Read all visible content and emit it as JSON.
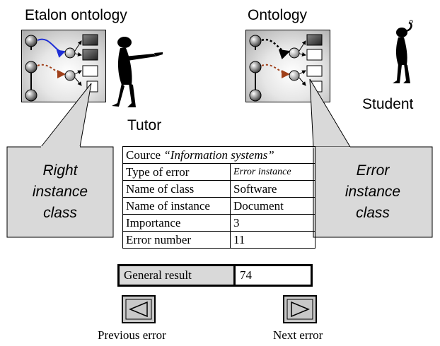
{
  "headings": {
    "etalon": "Etalon ontology",
    "ontology": "Ontology"
  },
  "roles": {
    "tutor": "Tutor",
    "student": "Student"
  },
  "callouts": {
    "left": [
      "Right",
      "instance",
      "class"
    ],
    "right": [
      "Error",
      "instance",
      "class"
    ]
  },
  "info_table": {
    "course_prefix": "Cource ",
    "course_name": "“Information systems”",
    "rows": [
      {
        "label": "Type of error",
        "value": "Error instance"
      },
      {
        "label": "Name of class",
        "value": "Software"
      },
      {
        "label": "Name of instance",
        "value": "Document"
      },
      {
        "label": "Importance",
        "value": "3"
      },
      {
        "label": "Error number",
        "value": "11"
      }
    ]
  },
  "general_result": {
    "label": "General result",
    "value": "74"
  },
  "navigation": {
    "previous_label": "Previous error",
    "next_label": "Next error"
  },
  "colors": {
    "blue_link": "#1f2fd6",
    "red_link": "#a0401a",
    "panel_gray": "#a9a9a9",
    "button_gray": "#c8c8c8"
  }
}
